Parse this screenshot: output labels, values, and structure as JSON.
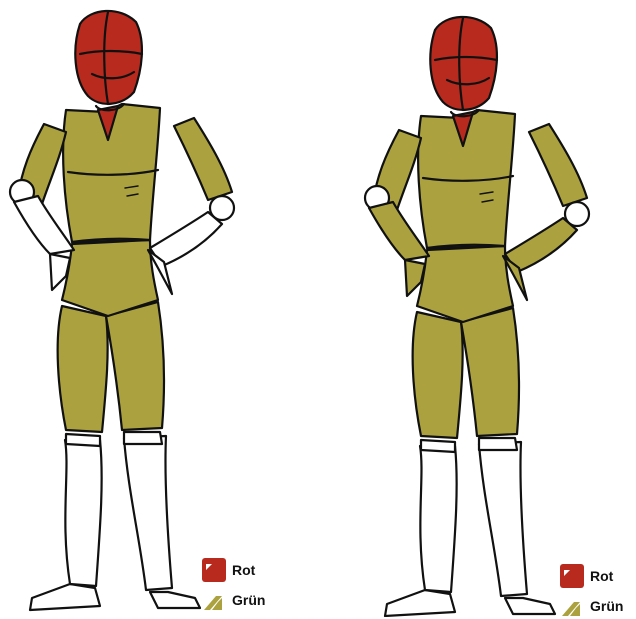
{
  "figures": [
    {
      "id": "left",
      "head_color": "#b82a1e",
      "body_color": "#aba23f",
      "forearm_color": "#ffffff"
    },
    {
      "id": "right",
      "head_color": "#b82a1e",
      "body_color": "#aba23f",
      "forearm_color": "#aba23f"
    }
  ],
  "legend": {
    "red_label": "Rot",
    "green_label": "Grün",
    "red_icon": "red-square-icon",
    "green_icon": "green-slash-icon"
  },
  "colors": {
    "red": "#b82a1e",
    "green": "#aba23f",
    "outline": "#111111",
    "white": "#ffffff"
  }
}
